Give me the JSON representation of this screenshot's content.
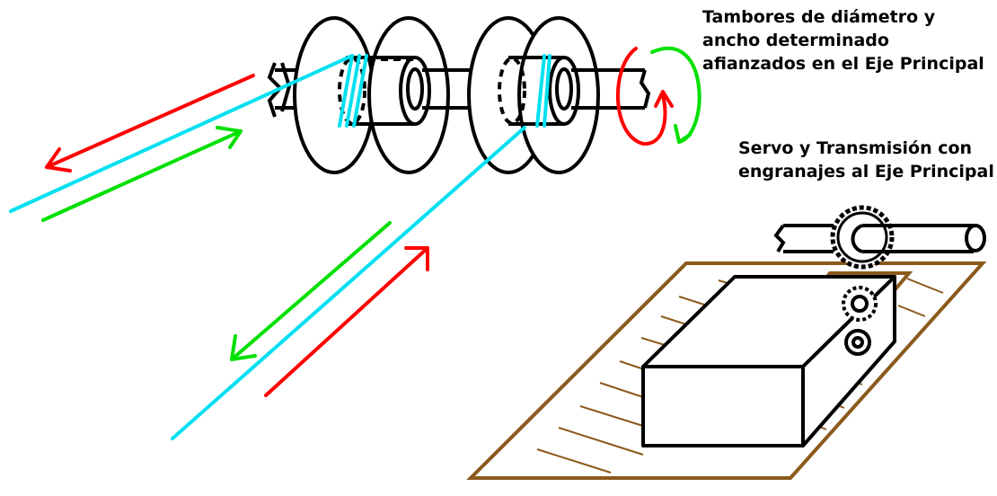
{
  "labels": {
    "drums": [
      "Tambores de diámetro y",
      "ancho determinado",
      "afianzados en el Eje Principal"
    ],
    "servo": [
      "Servo y Transmisión con",
      "engranajes al Eje Principal"
    ]
  },
  "colors": {
    "ink": "#000000",
    "cable": "#00e0f0",
    "forward": "#ff0000",
    "reverse": "#00e000",
    "base": "#8b5a1c",
    "background": "#ffffff"
  },
  "icons": {
    "rotation": "rotation-arrows-icon",
    "gear": "gear-icon"
  }
}
